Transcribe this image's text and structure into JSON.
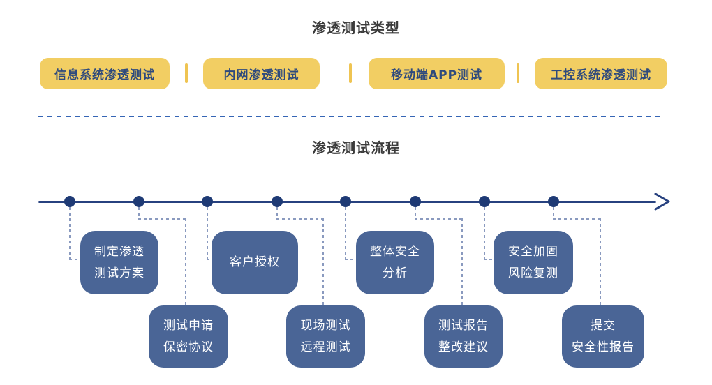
{
  "types_section": {
    "title": "渗透测试类型",
    "items": [
      {
        "label": "信息系统渗透测试"
      },
      {
        "label": "内网渗透测试"
      },
      {
        "label": "移动端APP测试"
      },
      {
        "label": "工控系统渗透测试"
      }
    ]
  },
  "flow_section": {
    "title": "渗透测试流程",
    "steps": [
      {
        "lines": [
          "制定渗透",
          "测试方案"
        ]
      },
      {
        "lines": [
          "测试申请",
          "保密协议"
        ]
      },
      {
        "lines": [
          "客户授权"
        ]
      },
      {
        "lines": [
          "现场测试",
          "远程测试"
        ]
      },
      {
        "lines": [
          "整体安全",
          "分析"
        ]
      },
      {
        "lines": [
          "测试报告",
          "整改建议"
        ]
      },
      {
        "lines": [
          "安全加固",
          "风险复测"
        ]
      },
      {
        "lines": [
          "提交",
          "安全性报告"
        ]
      }
    ]
  },
  "colors": {
    "pill_yellow": "#F2CE63",
    "pill_separator_yellow": "#EFC452",
    "pill_text_navy": "#2E4A7D",
    "flow_box_blue": "#4A6596",
    "timeline_navy": "#27417F",
    "dot_navy": "#1E3A75",
    "connector_dash_blue": "#8A9ABF",
    "divider_dash_blue": "#3565B5",
    "title_text": "#3b3b3b"
  }
}
